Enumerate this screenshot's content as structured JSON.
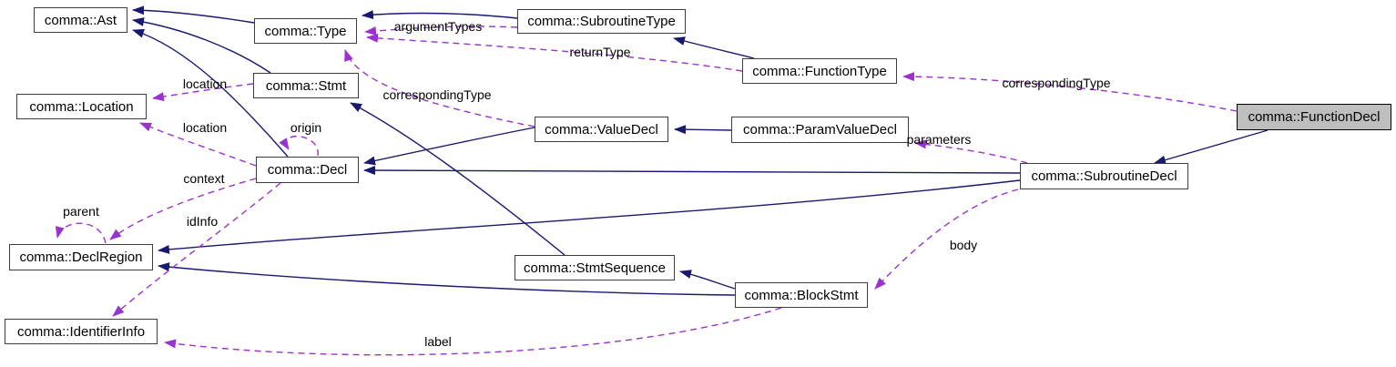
{
  "diagram_type": "doxygen-collaboration-graph",
  "nodes": {
    "ast": {
      "label": "comma::Ast"
    },
    "type": {
      "label": "comma::Type"
    },
    "subroutine_type": {
      "label": "comma::SubroutineType"
    },
    "function_type": {
      "label": "comma::FunctionType"
    },
    "function_decl": {
      "label": "comma::FunctionDecl"
    },
    "location": {
      "label": "comma::Location"
    },
    "stmt": {
      "label": "comma::Stmt"
    },
    "value_decl": {
      "label": "comma::ValueDecl"
    },
    "param_value_decl": {
      "label": "comma::ParamValueDecl"
    },
    "decl": {
      "label": "comma::Decl"
    },
    "subroutine_decl": {
      "label": "comma::SubroutineDecl"
    },
    "decl_region": {
      "label": "comma::DeclRegion"
    },
    "stmt_sequence": {
      "label": "comma::StmtSequence"
    },
    "block_stmt": {
      "label": "comma::BlockStmt"
    },
    "identifier_info": {
      "label": "comma::IdentifierInfo"
    }
  },
  "edge_labels": {
    "location_stmt": "location",
    "location_decl": "location",
    "origin": "origin",
    "context": "context",
    "id_info": "idInfo",
    "parent": "parent",
    "argument_types": "argumentTypes",
    "return_type": "returnType",
    "corresponding_type_value_decl": "correspondingType",
    "corresponding_type_function_decl": "correspondingType",
    "parameters": "parameters",
    "body": "body",
    "label": "label"
  },
  "relations": [
    {
      "from": "type",
      "to": "ast",
      "kind": "inheritance"
    },
    {
      "from": "stmt",
      "to": "ast",
      "kind": "inheritance"
    },
    {
      "from": "decl",
      "to": "ast",
      "kind": "inheritance"
    },
    {
      "from": "subroutine_type",
      "to": "type",
      "kind": "inheritance"
    },
    {
      "from": "function_type",
      "to": "subroutine_type",
      "kind": "inheritance"
    },
    {
      "from": "param_value_decl",
      "to": "value_decl",
      "kind": "inheritance"
    },
    {
      "from": "value_decl",
      "to": "decl",
      "kind": "inheritance"
    },
    {
      "from": "subroutine_decl",
      "to": "decl",
      "kind": "inheritance"
    },
    {
      "from": "function_decl",
      "to": "subroutine_decl",
      "kind": "inheritance"
    },
    {
      "from": "stmt_sequence",
      "to": "stmt",
      "kind": "inheritance"
    },
    {
      "from": "block_stmt",
      "to": "stmt_sequence",
      "kind": "inheritance"
    },
    {
      "from": "subroutine_decl",
      "to": "decl_region",
      "kind": "inheritance"
    },
    {
      "from": "block_stmt",
      "to": "decl_region",
      "kind": "inheritance"
    },
    {
      "from": "stmt",
      "to": "location",
      "kind": "usage",
      "label": "location"
    },
    {
      "from": "decl",
      "to": "location",
      "kind": "usage",
      "label": "location"
    },
    {
      "from": "decl",
      "to": "decl",
      "kind": "usage",
      "label": "origin"
    },
    {
      "from": "decl",
      "to": "decl_region",
      "kind": "usage",
      "label": "context"
    },
    {
      "from": "decl",
      "to": "identifier_info",
      "kind": "usage",
      "label": "idInfo"
    },
    {
      "from": "decl_region",
      "to": "decl_region",
      "kind": "usage",
      "label": "parent"
    },
    {
      "from": "subroutine_type",
      "to": "type",
      "kind": "usage",
      "label": "argumentTypes"
    },
    {
      "from": "function_type",
      "to": "type",
      "kind": "usage",
      "label": "returnType"
    },
    {
      "from": "value_decl",
      "to": "type",
      "kind": "usage",
      "label": "correspondingType"
    },
    {
      "from": "function_decl",
      "to": "function_type",
      "kind": "usage",
      "label": "correspondingType"
    },
    {
      "from": "subroutine_decl",
      "to": "param_value_decl",
      "kind": "usage",
      "label": "parameters"
    },
    {
      "from": "subroutine_decl",
      "to": "block_stmt",
      "kind": "usage",
      "label": "body"
    },
    {
      "from": "block_stmt",
      "to": "identifier_info",
      "kind": "usage",
      "label": "label"
    }
  ],
  "colors": {
    "inheritance_edge": "#191970",
    "usage_edge": "#9a32cd",
    "node_border": "#3d3d3d",
    "selected_node_fill": "#bebebe",
    "background": "#ffffff"
  },
  "selected_node": "function_decl"
}
